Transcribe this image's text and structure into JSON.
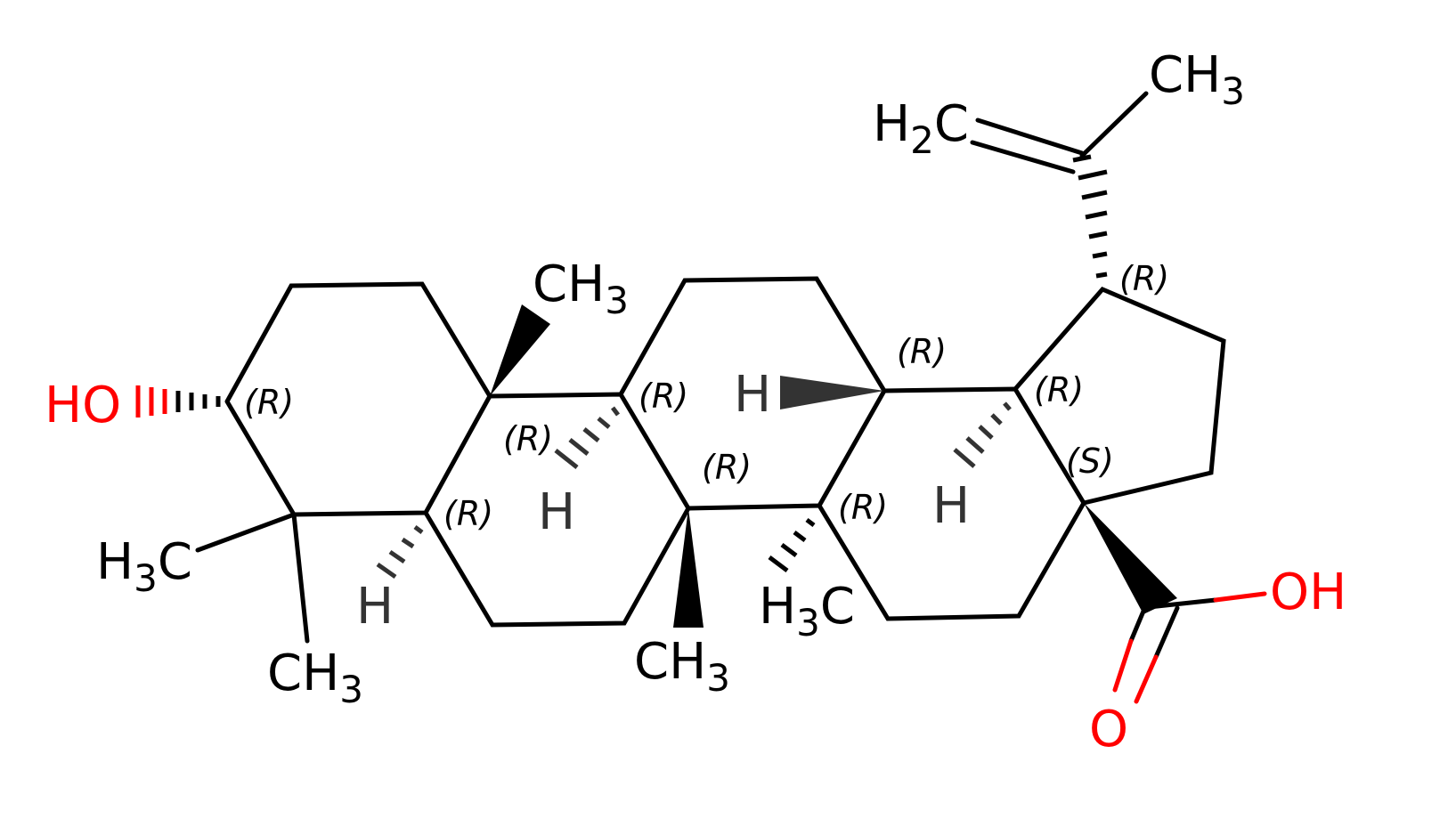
{
  "molecule": {
    "atoms": {
      "ho_left": {
        "main": "HO"
      },
      "me_c4a": {
        "pre": "H",
        "sub": "3",
        "post": "C"
      },
      "me_c4b": {
        "pre": "CH",
        "sub": "3"
      },
      "me_c10": {
        "pre": "CH",
        "sub": "3"
      },
      "h_c5": {
        "main": "H"
      },
      "h_c9": {
        "main": "H"
      },
      "me_c8": {
        "pre": "CH",
        "sub": "3"
      },
      "me_c14": {
        "pre": "H",
        "sub": "3",
        "post": "C"
      },
      "h_c13": {
        "main": "H"
      },
      "h_c18": {
        "main": "H"
      },
      "h2c": {
        "pre": "H",
        "sub": "2",
        "post": "C"
      },
      "ch3_top": {
        "pre": "CH",
        "sub": "3"
      },
      "oh_right": {
        "main": "OH"
      },
      "o_carbonyl": {
        "main": "O"
      }
    },
    "stereo_labels": [
      "(R)",
      "(R)",
      "(R)",
      "(R)",
      "(R)",
      "(R)",
      "(R)",
      "(R)",
      "(S)",
      "(R)"
    ],
    "colors": {
      "carbon": "#000000",
      "oxygen": "#ff0000",
      "hydrogen": "#333333"
    }
  }
}
